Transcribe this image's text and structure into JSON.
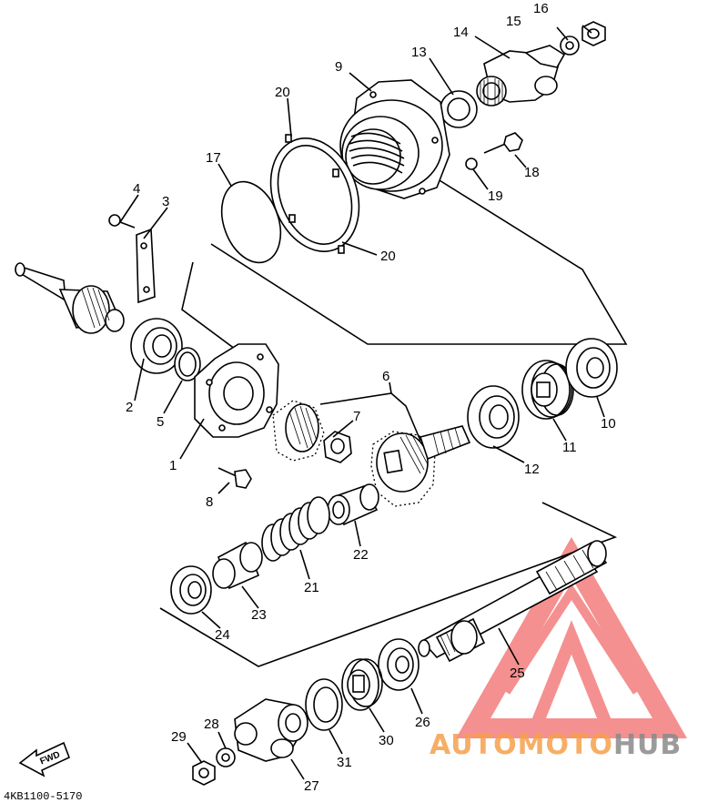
{
  "diagram": {
    "part_numbers": [
      "1",
      "2",
      "3",
      "4",
      "5",
      "6",
      "7",
      "8",
      "9",
      "10",
      "11",
      "12",
      "13",
      "14",
      "15",
      "16",
      "17",
      "18",
      "19",
      "20",
      "20",
      "21",
      "22",
      "23",
      "24",
      "25",
      "26",
      "27",
      "28",
      "29",
      "30",
      "31"
    ],
    "drawing_code": "4KB1100-5170",
    "fwd_label": "FWD"
  },
  "watermark": {
    "part1": "AUTOMOTO",
    "part2": "HUB",
    "colors": {
      "red": "#f26b6b",
      "orange": "#f5a04c",
      "gray": "#8a8a8a"
    }
  }
}
